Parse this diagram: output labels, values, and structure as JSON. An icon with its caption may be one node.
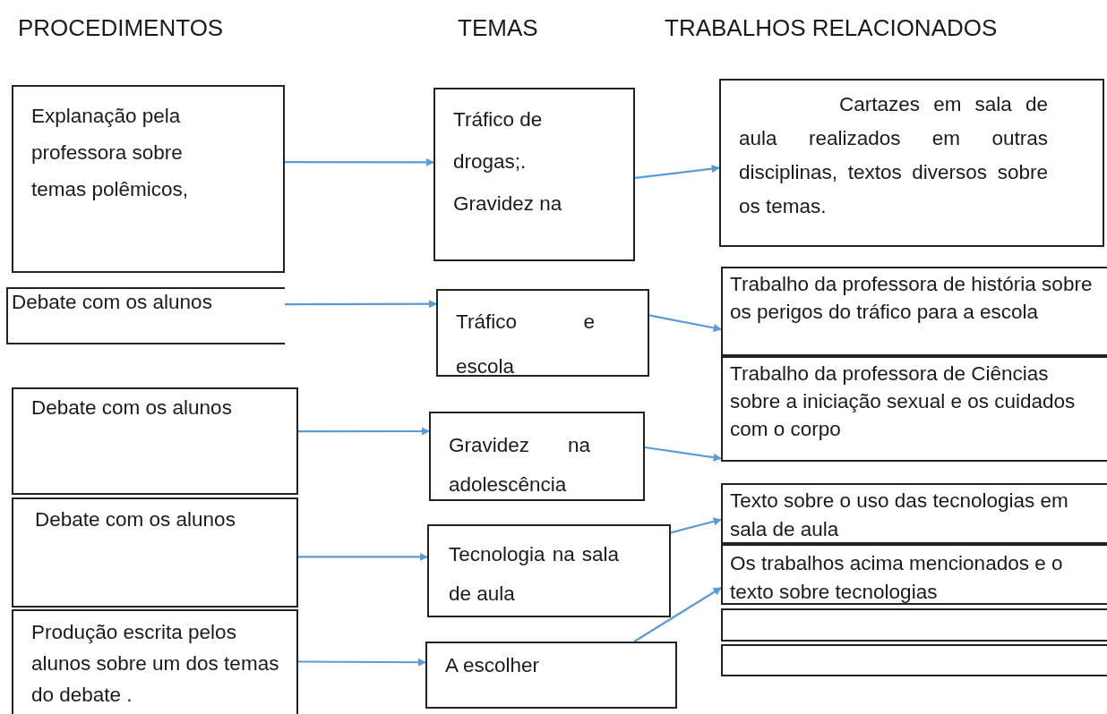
{
  "diagram": {
    "nodes": [
      {
        "text": [
          "Explanação pela professora sobre temas polêmicos,"
        ]
      },
      {
        "text": [
          "Tráfico de drogas;. Gravidez na"
        ]
      },
      {
        "text": [
          "Cartazes em sala de aula realizados em outras disciplinas, textos diversos sobre os temas."
        ]
      },
      {
        "text": [
          "Debate com os alunos"
        ]
      },
      {
        "text": [
          "Tráfico e escola"
        ]
      },
      {
        "text": [
          "Trabalho da professora de história sobre os perigos do tráfico para a escola"
        ]
      },
      {
        "text": [
          "Debate com os alunos"
        ]
      },
      {
        "text": [
          "Gravidez na adolescência"
        ]
      },
      {
        "text": [
          "Trabalho da professora de Ciências sobre a iniciação sexual e os cuidados com o corpo"
        ]
      },
      {
        "text": [
          "Debate com os alunos"
        ]
      },
      {
        "text": [
          "Tecnologia na sala de aula"
        ]
      },
      {
        "text": [
          "Texto sobre o uso das tecnologias em sala de aula"
        ]
      },
      {
        "text": [
          "Os trabalhos acima mencionados e o texto sobre tecnologias"
        ]
      },
      {
        "text": [
          "Produção escrita pelos alunos sobre um dos temas do debate ."
        ]
      },
      {
        "text": [
          "A escolher"
        ]
      },
      {
        "text": [],
        "shape": "box"
      },
      {
        "text": [],
        "shape": "box"
      }
    ],
    "edges": [
      {
        "from": 0,
        "to": 1,
        "arrow": "to"
      },
      {
        "from": 1,
        "to": 2,
        "arrow": "to"
      },
      {
        "from": 3,
        "to": 4,
        "arrow": "to"
      },
      {
        "from": 4,
        "to": 5,
        "arrow": "to"
      },
      {
        "from": 6,
        "to": 7,
        "arrow": "to"
      },
      {
        "from": 7,
        "to": 8,
        "arrow": "to"
      },
      {
        "from": 9,
        "to": 10,
        "arrow": "to"
      },
      {
        "from": 10,
        "to": 11,
        "arrow": "to"
      },
      {
        "from": 13,
        "to": 14,
        "arrow": "to"
      },
      {
        "from": 14,
        "to": 12,
        "arrow": "to"
      }
    ],
    "labels": [
      "PROCEDIMENTOS",
      "TEMAS",
      "TRABALHOS RELACIONADOS"
    ]
  }
}
